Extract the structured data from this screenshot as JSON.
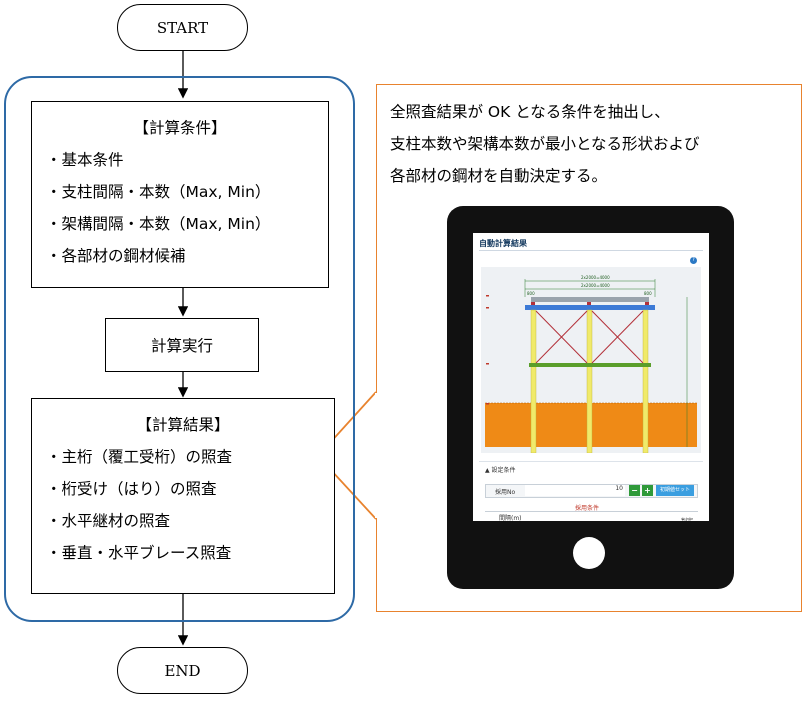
{
  "flow": {
    "start_label": "START",
    "end_label": "END",
    "conditions": {
      "heading": "【計算条件】",
      "items": [
        "基本条件",
        "支柱間隔・本数（Max, Min）",
        "架構間隔・本数（Max, Min）",
        "各部材の鋼材候補"
      ]
    },
    "execute_label": "計算実行",
    "results": {
      "heading": "【計算結果】",
      "items": [
        "主桁（覆工受桁）の照査",
        "桁受け（はり）の照査",
        "水平継材の照査",
        "垂直・水平ブレース照査"
      ]
    }
  },
  "callout": {
    "lines": [
      "全照査結果が OK となる条件を抽出し、",
      "支柱本数や架構本数が最小となる形状および",
      "各部材の鋼材を自動決定する。"
    ]
  },
  "screen": {
    "title": "自動計算結果",
    "help_icon": "question-icon",
    "dim_top_total": "2x2000=4000",
    "dim_top_span": "2x2000=4000",
    "dim_left": "800",
    "dim_right": "800",
    "section_label": "▲ 設定条件",
    "case_label": "採用No",
    "case_value": "10",
    "minus_label": "−",
    "plus_label": "+",
    "reset_button": "初期値セット",
    "subsection": "採用条件",
    "table_col1": "間隔(m)",
    "table_col2": "判定"
  },
  "colors": {
    "group_border": "#2e6aa6",
    "callout_border": "#e8832e",
    "steel_yellow": "#f0ea6a",
    "brace_red": "#b3313a",
    "ground_orange": "#ef8a16",
    "beam_green": "#5a9e2a",
    "deck_blue": "#3d7ad6",
    "button_green": "#2f9a3a",
    "button_blue": "#3a9ee0"
  }
}
